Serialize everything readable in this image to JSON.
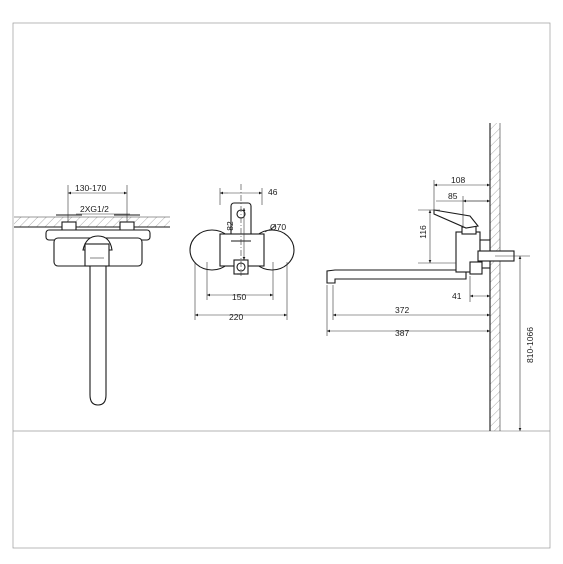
{
  "colors": {
    "ink": "#1a1a1a",
    "frame": "#9a9a9a",
    "background": "#ffffff"
  },
  "front_view": {
    "dim_spacing": "130-170",
    "dim_thread": "2XG1/2"
  },
  "top_view": {
    "dim_46": "46",
    "dim_82": "82",
    "dim_dia70": "Ø70",
    "dim_150": "150",
    "dim_220": "220"
  },
  "side_view": {
    "dim_108": "108",
    "dim_85": "85",
    "dim_116": "116",
    "dim_41": "41",
    "dim_372": "372",
    "dim_387": "387",
    "dim_height": "810-1066"
  }
}
